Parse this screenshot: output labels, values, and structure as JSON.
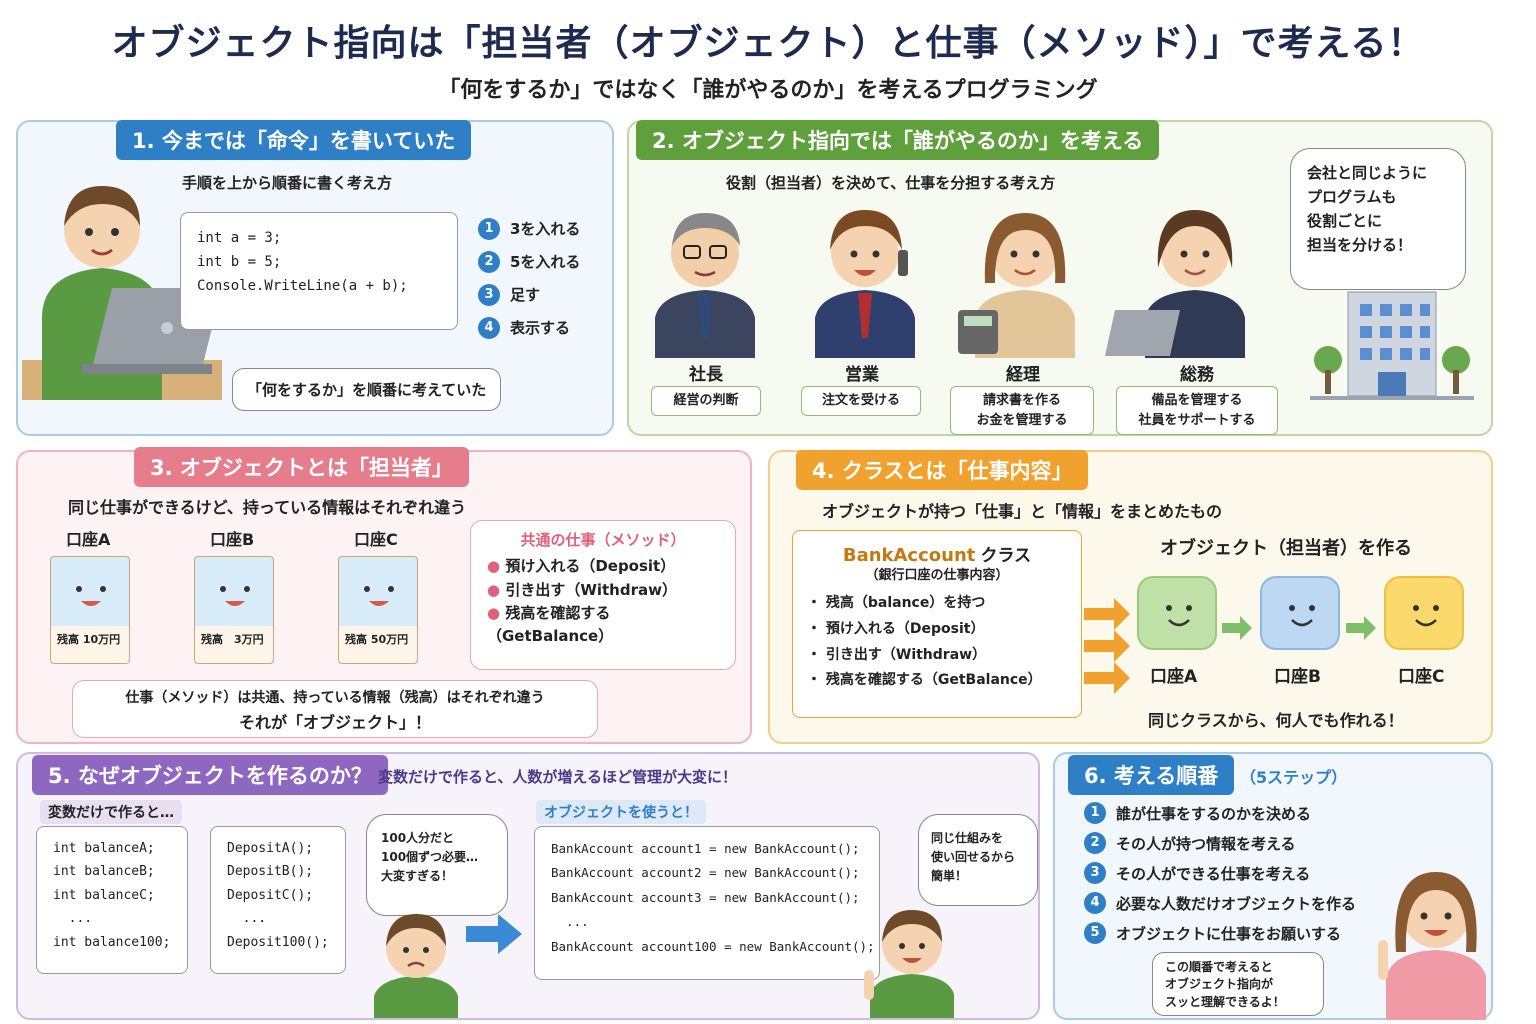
{
  "header": {
    "title": "オブジェクト指向は「担当者（オブジェクト）と仕事（メソッド）」で考える！",
    "subtitle": "「何をするか」ではなく「誰がやるのか」を考えるプログラミング"
  },
  "panel1": {
    "heading": "1. 今までは「命令」を書いていた",
    "description": "手順を上から順番に書く考え方",
    "code": [
      "int a = 3;",
      "int b = 5;",
      "Console.WriteLine(a + b);"
    ],
    "steps": [
      {
        "num": "1",
        "label": "3を入れる"
      },
      {
        "num": "2",
        "label": "5を入れる"
      },
      {
        "num": "3",
        "label": "足す"
      },
      {
        "num": "4",
        "label": "表示する"
      }
    ],
    "speech": "「何をするか」を順番に考えていた"
  },
  "panel2": {
    "heading": "2. オブジェクト指向では「誰がやるのか」を考える",
    "description": "役割（担当者）を決めて、仕事を分担する考え方",
    "roles": [
      {
        "name": "社長",
        "duty": "経営の判断"
      },
      {
        "name": "営業",
        "duty": "注文を受ける"
      },
      {
        "name": "経理",
        "duty": "請求書を作る\nお金を管理する"
      },
      {
        "name": "総務",
        "duty": "備品を管理する\n社員をサポートする"
      }
    ],
    "speech": "会社と同じように\nプログラムも\n役割ごとに\n担当を分ける！"
  },
  "panel3": {
    "heading": "3. オブジェクトとは「担当者」",
    "description": "同じ仕事ができるけど、持っている情報はそれぞれ違う",
    "accounts": [
      {
        "name": "口座A",
        "balance": "残高 10万円"
      },
      {
        "name": "口座B",
        "balance": "残高　3万円"
      },
      {
        "name": "口座C",
        "balance": "残高 50万円"
      }
    ],
    "methods_title": "共通の仕事（メソッド）",
    "methods": [
      "預け入れる（Deposit）",
      "引き出す（Withdraw）",
      "残高を確認する\n（GetBalance）"
    ],
    "note_line1": "仕事（メソッド）は共通、持っている情報（残高）はそれぞれ違う",
    "note_line2": "それが「オブジェクト」！"
  },
  "panel4": {
    "heading": "4. クラスとは「仕事内容」",
    "description": "オブジェクトが持つ「仕事」と「情報」をまとめたもの",
    "class_title_en": "BankAccount",
    "class_title_ja": "クラス",
    "class_subtitle": "（銀行口座の仕事内容）",
    "class_items": [
      "残高（balance）を持つ",
      "預け入れる（Deposit）",
      "引き出す（Withdraw）",
      "残高を確認する（GetBalance）"
    ],
    "objects_title": "オブジェクト（担当者）を作る",
    "objects": [
      "口座A",
      "口座B",
      "口座C"
    ],
    "footer": "同じクラスから、何人でも作れる！"
  },
  "panel5": {
    "heading": "5. なぜオブジェクトを作るのか？",
    "lead": "変数だけで作ると、人数が増えるほど管理が大変に！",
    "vars_title": "変数だけで作ると…",
    "vars_code": [
      "int balanceA;",
      "int balanceB;",
      "int balanceC;",
      "  ...",
      "int balance100;"
    ],
    "funcs_code": [
      "DepositA();",
      "DepositB();",
      "DepositC();",
      "  ...",
      "Deposit100();"
    ],
    "worry": "100人分だと\n100個ずつ必要…\n大変すぎる！",
    "obj_title": "オブジェクトを使うと！",
    "obj_code": [
      "BankAccount account1 = new BankAccount();",
      "BankAccount account2 = new BankAccount();",
      "BankAccount account3 = new BankAccount();",
      "  ...",
      "BankAccount account100 = new BankAccount();"
    ],
    "happy": "同じ仕組みを\n使い回せるから\n簡単！"
  },
  "panel6": {
    "heading": "6. 考える順番",
    "sub": "（5ステップ）",
    "steps": [
      {
        "num": "1",
        "label": "誰が仕事をするのかを決める"
      },
      {
        "num": "2",
        "label": "その人が持つ情報を考える"
      },
      {
        "num": "3",
        "label": "その人ができる仕事を考える"
      },
      {
        "num": "4",
        "label": "必要な人数だけオブジェクトを作る"
      },
      {
        "num": "5",
        "label": "オブジェクトに仕事をお願いする"
      }
    ],
    "speech": "この順番で考えると\nオブジェクト指向が\nスッと理解できるよ！"
  },
  "colors": {
    "blue": "#2f7fc7",
    "green": "#5f9f3c",
    "pink": "#e67d8d",
    "orange": "#f0a12e",
    "purple": "#8e67c0",
    "navy": "#1d2b4f"
  }
}
